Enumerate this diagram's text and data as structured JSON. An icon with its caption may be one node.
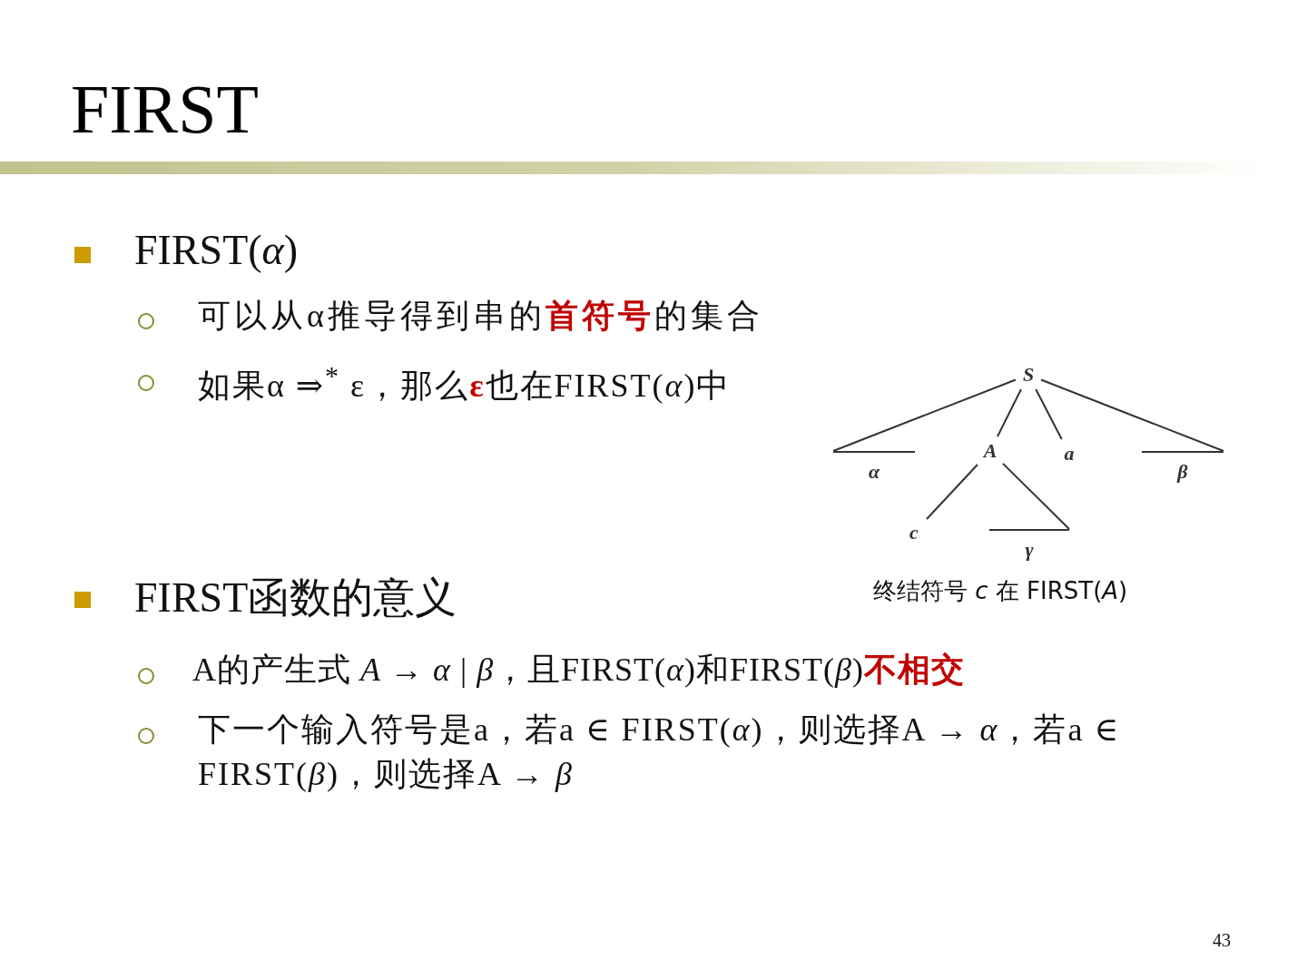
{
  "diagram": {
    "title": "FIRST",
    "nodes": [
      {
        "text": [
          "S"
        ]
      },
      {
        "text": [
          "α"
        ]
      },
      {
        "text": [
          "A"
        ]
      },
      {
        "text": [
          "a"
        ]
      },
      {
        "text": [
          "β"
        ]
      },
      {
        "text": [
          "c"
        ]
      },
      {
        "text": [
          "γ"
        ]
      }
    ],
    "edges": [
      {
        "from": 0,
        "to": 1,
        "arrow": "none"
      },
      {
        "from": 0,
        "to": 2,
        "arrow": "none"
      },
      {
        "from": 0,
        "to": 3,
        "arrow": "none"
      },
      {
        "from": 0,
        "to": 4,
        "arrow": "none"
      },
      {
        "from": 2,
        "to": 5,
        "arrow": "none"
      },
      {
        "from": 2,
        "to": 6,
        "arrow": "none"
      }
    ],
    "labels": [
      "FIRST(*α*)",
      "可以从α推导得到串的**首符号**的集合",
      "如果α ⇒$^{*}$ ε，那么**ε**也在FIRST(*α*)中",
      "终结符号 *c* 在 FIRST(*A*)",
      "FIRST函数的意义",
      "A的产生式 *A* → *α* | *β*，且FIRST(*α*)和FIRST(*β*)**不相交**",
      "下一个输入符号是a，若a ∈ FIRST(*α*)，则选择A → *α*，若a ∈ FIRST(*β*)，则选择A → *β*",
      "43"
    ]
  }
}
